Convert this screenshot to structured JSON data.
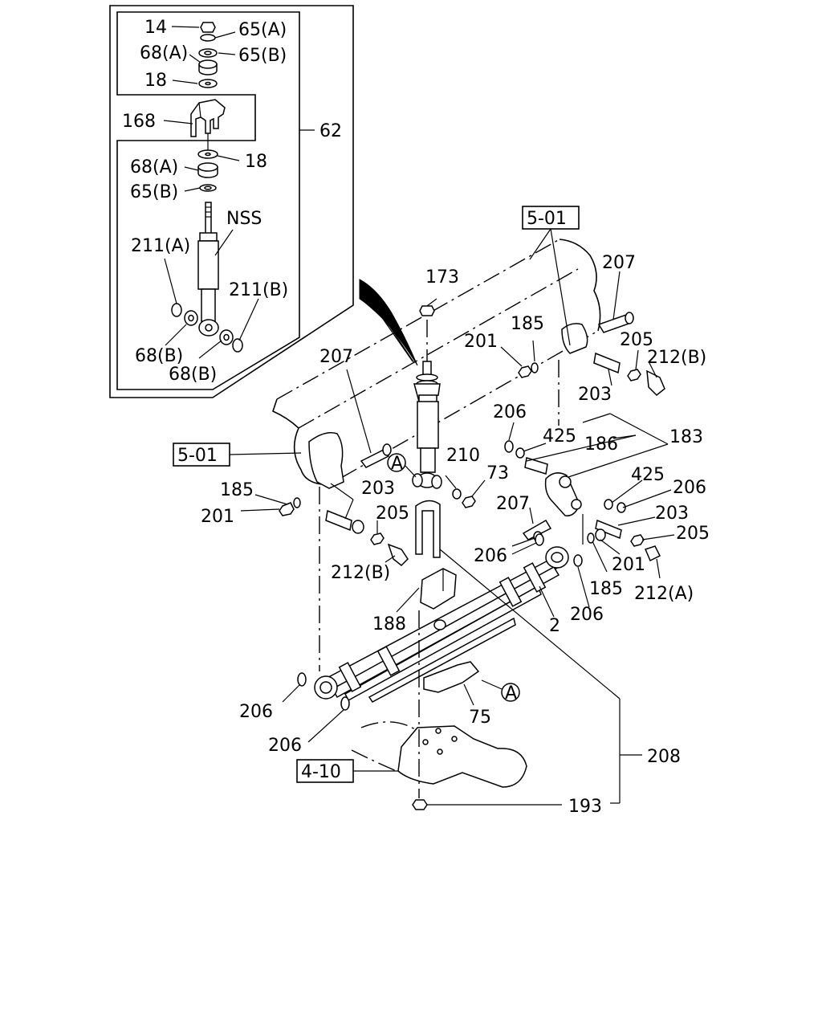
{
  "callouts": {
    "inset": [
      "14",
      "65(A)",
      "68(A)",
      "65(B)",
      "18",
      "168",
      "62",
      "18",
      "68(A)",
      "65(B)",
      "NSS",
      "211(A)",
      "211(B)",
      "68(B)",
      "68(B)"
    ],
    "main": [
      "173",
      "207",
      "185",
      "201",
      "205",
      "212(B)",
      "203",
      "206",
      "425",
      "186",
      "183",
      "207",
      "185",
      "201",
      "203",
      "205",
      "212(B)",
      "210",
      "73",
      "425",
      "206",
      "203",
      "205",
      "207",
      "206",
      "201",
      "185",
      "212(A)",
      "206",
      "188",
      "2",
      "206",
      "206",
      "75",
      "208",
      "193"
    ]
  },
  "refs": [
    "5-01",
    "5-01",
    "4-10"
  ],
  "markers": [
    "A",
    "A"
  ]
}
